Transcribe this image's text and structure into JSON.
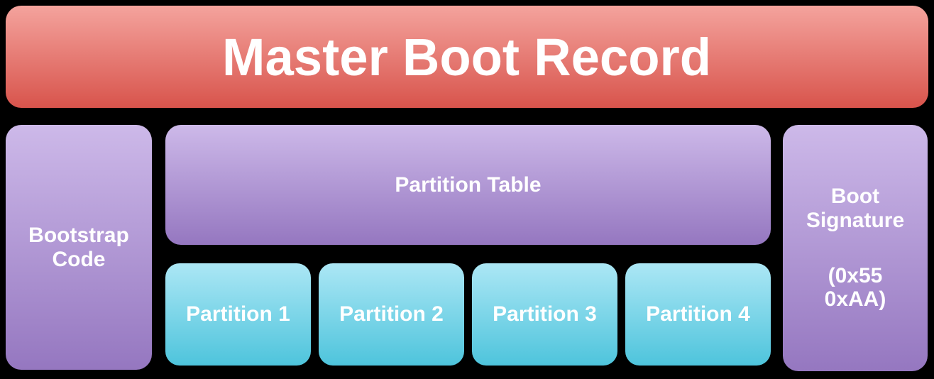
{
  "title": "Master Boot Record",
  "colors": {
    "background": "#000000",
    "banner_top": "#F4A39D",
    "banner_bottom": "#D8544C",
    "purple_top": "#CDB9E9",
    "purple_bottom": "#9577C0",
    "cyan_top": "#ACE7F5",
    "cyan_bottom": "#4EC4DC",
    "text": "#FFFFFF"
  },
  "blocks": {
    "bootstrap": {
      "line1": "Bootstrap",
      "line2": "Code"
    },
    "partition_table": {
      "label": "Partition Table"
    },
    "partitions": [
      {
        "label": "Partition 1"
      },
      {
        "label": "Partition 2"
      },
      {
        "label": "Partition 3"
      },
      {
        "label": "Partition 4"
      }
    ],
    "boot_signature": {
      "line1": "Boot",
      "line2": "Signature",
      "line3": "(0x55",
      "line4": "0xAA)"
    }
  }
}
